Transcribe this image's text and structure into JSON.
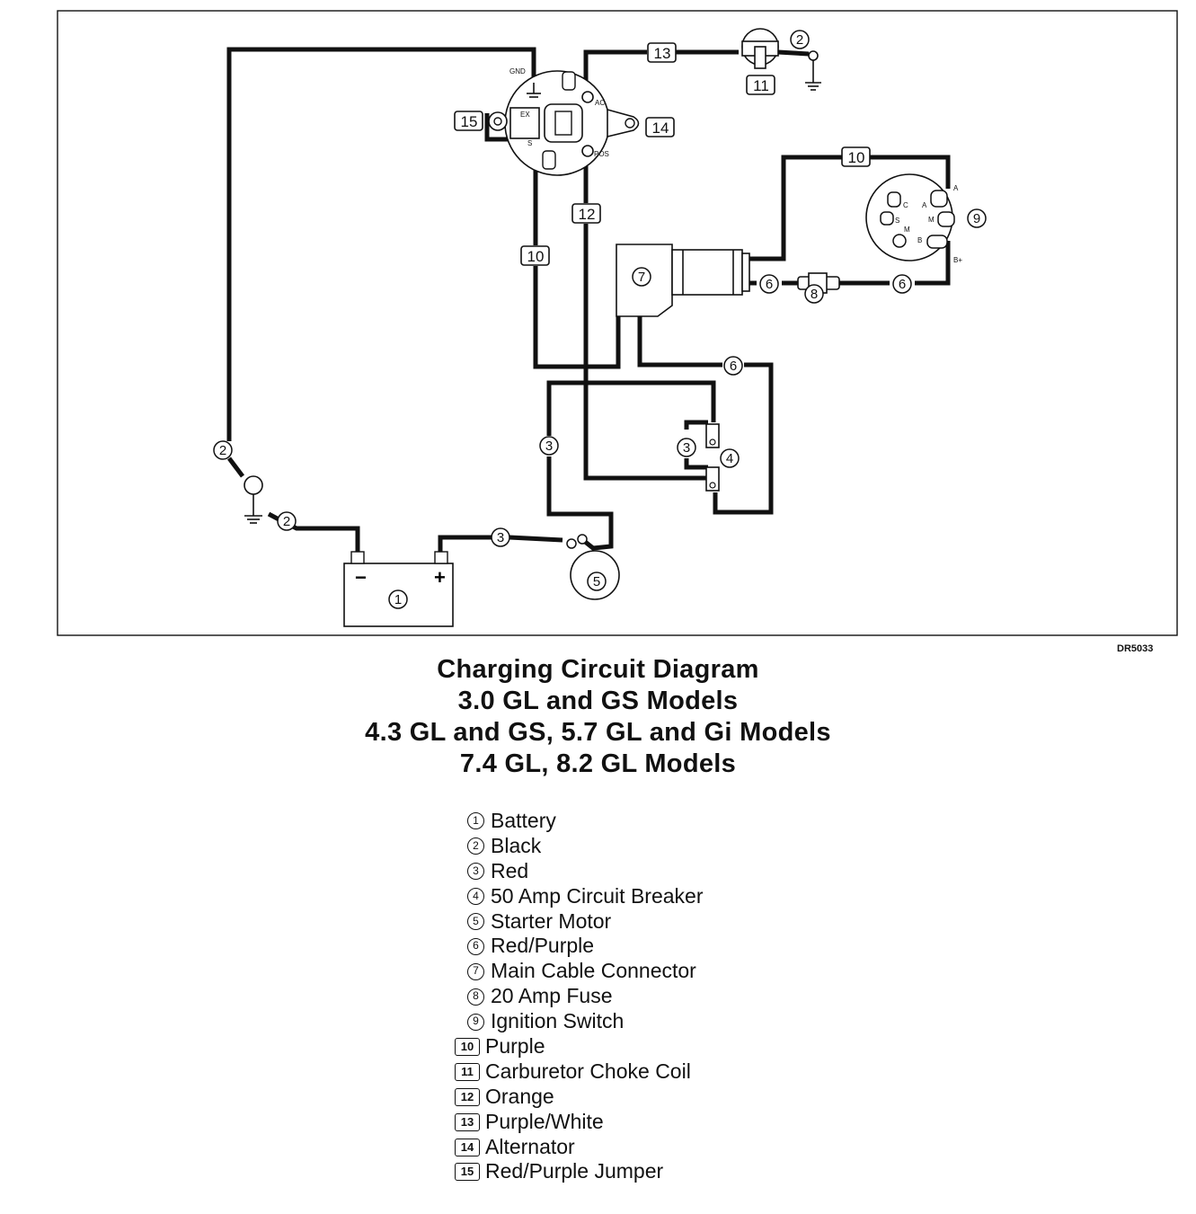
{
  "drawing_id": "DR5033",
  "title_lines": [
    "Charging Circuit Diagram",
    "3.0 GL and GS Models",
    "4.3 GL and GS, 5.7 GL and Gi Models",
    "7.4 GL, 8.2 GL Models"
  ],
  "terminal_labels": {
    "gnd": "GND",
    "ac": "AC",
    "ex": "EX",
    "s": "S",
    "pos": "POS",
    "c": "C",
    "a": "A",
    "m": "M",
    "b": "B",
    "b_plus": "B+"
  },
  "battery_signs": {
    "neg": "−",
    "pos": "+"
  },
  "callouts": {
    "n1": "1",
    "n2": "2",
    "n3": "3",
    "n4": "4",
    "n5": "5",
    "n6": "6",
    "n7": "7",
    "n8": "8",
    "n9": "9",
    "n10": "10",
    "n11": "11",
    "n12": "12",
    "n13": "13",
    "n14": "14",
    "n15": "15"
  },
  "legend": [
    {
      "num": "1",
      "shape": "circle",
      "label": "Battery"
    },
    {
      "num": "2",
      "shape": "circle",
      "label": "Black"
    },
    {
      "num": "3",
      "shape": "circle",
      "label": "Red"
    },
    {
      "num": "4",
      "shape": "circle",
      "label": "50 Amp Circuit Breaker"
    },
    {
      "num": "5",
      "shape": "circle",
      "label": "Starter Motor"
    },
    {
      "num": "6",
      "shape": "circle",
      "label": "Red/Purple"
    },
    {
      "num": "7",
      "shape": "circle",
      "label": "Main Cable Connector"
    },
    {
      "num": "8",
      "shape": "circle",
      "label": "20 Amp Fuse"
    },
    {
      "num": "9",
      "shape": "circle",
      "label": "Ignition Switch"
    },
    {
      "num": "10",
      "shape": "square",
      "label": "Purple"
    },
    {
      "num": "11",
      "shape": "square",
      "label": "Carburetor Choke Coil"
    },
    {
      "num": "12",
      "shape": "square",
      "label": "Orange"
    },
    {
      "num": "13",
      "shape": "square",
      "label": "Purple/White"
    },
    {
      "num": "14",
      "shape": "square",
      "label": "Alternator"
    },
    {
      "num": "15",
      "shape": "square",
      "label": "Red/Purple Jumper"
    }
  ]
}
